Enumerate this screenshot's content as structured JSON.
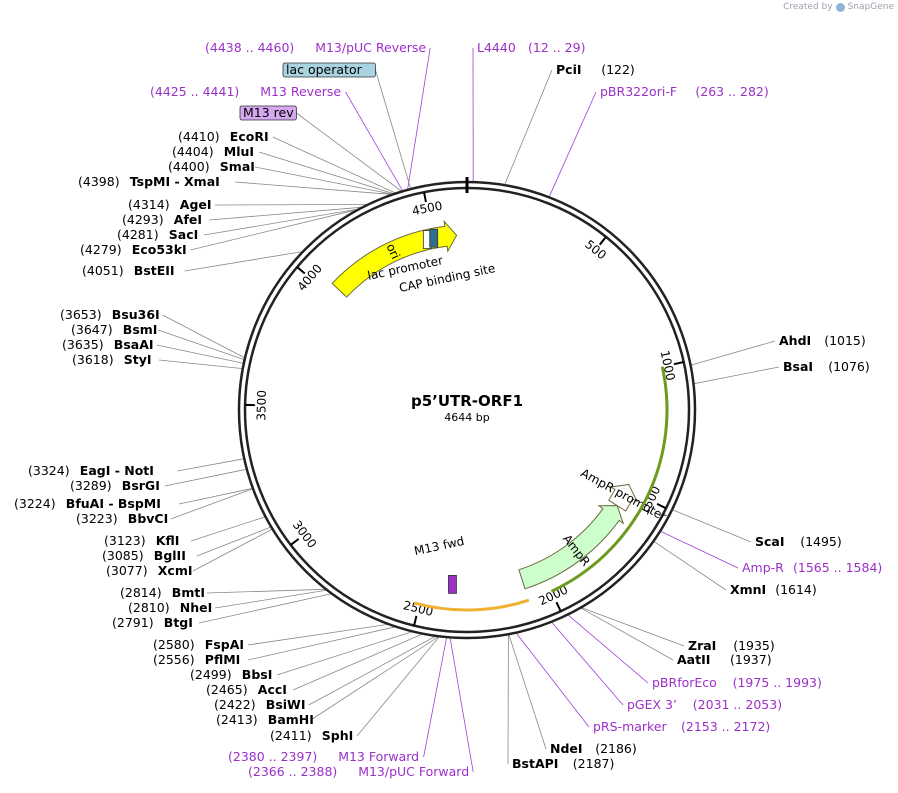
{
  "watermark": {
    "prefix": "Created by",
    "brand": "SnapGene"
  },
  "plasmid": {
    "name": "p5’UTR-ORF1",
    "length_label": "4644 bp",
    "total_bp": 4644
  },
  "ticks": [
    {
      "bp": 500,
      "label": "500"
    },
    {
      "bp": 1000,
      "label": "1000"
    },
    {
      "bp": 1500,
      "label": "1500"
    },
    {
      "bp": 2000,
      "label": "2000"
    },
    {
      "bp": 2500,
      "label": "2500"
    },
    {
      "bp": 3000,
      "label": "3000"
    },
    {
      "bp": 3500,
      "label": "3500"
    },
    {
      "bp": 4000,
      "label": "4000"
    },
    {
      "bp": 4500,
      "label": "4500"
    }
  ],
  "features": [
    {
      "id": "ori",
      "label": "ori",
      "start": 4040,
      "end": 4600,
      "color": "#ffff00",
      "direction": "cw",
      "kind": "arrow"
    },
    {
      "id": "ampr",
      "label": "AmpR",
      "start": 1580,
      "end": 2090,
      "color": "#ccffcc",
      "direction": "ccw",
      "kind": "arrow"
    },
    {
      "id": "ampr-promoter",
      "label": "AmpR promoter",
      "start": 1480,
      "end": 1580,
      "color": "#ffffff",
      "direction": "ccw",
      "kind": "arrow"
    },
    {
      "id": "m13-fwd",
      "label": "M13 fwd",
      "start": 2375,
      "end": 2392,
      "color": "#9b30c9",
      "kind": "box"
    },
    {
      "id": "lac-promoter",
      "label": "lac promoter",
      "start": 4460,
      "end": 4490,
      "color": "#ffffff",
      "kind": "box"
    },
    {
      "id": "cap-site",
      "label": "CAP binding site",
      "start": 4495,
      "end": 4510,
      "color": "#2e6e8e",
      "kind": "box"
    }
  ],
  "primers_outer": [
    {
      "id": "bla-orf",
      "label": "",
      "start": 1000,
      "end": 2000,
      "color": "#6c9b1e",
      "direction": "ccw"
    },
    {
      "id": "orf1",
      "label": "",
      "start": 2090,
      "end": 2520,
      "color": "#f0b030",
      "direction": "cw"
    }
  ],
  "site_labels": [
    {
      "id": "m13-puc-reverse",
      "text": "M13/pUC Reverse",
      "pos": "(4438 .. 4460)",
      "style": "p",
      "bp": 4449
    },
    {
      "id": "lac-operator",
      "text": "lac operator",
      "style": "box-blue",
      "bp": 4460
    },
    {
      "id": "m13-reverse",
      "text": "M13 Reverse",
      "pos": "(4425 .. 4441)",
      "style": "p",
      "bp": 4433
    },
    {
      "id": "m13-rev",
      "text": "M13 rev",
      "style": "box-purple",
      "bp": 4430
    },
    {
      "id": "ecori",
      "text": "EcoRI",
      "pos": "(4410)",
      "style": "b",
      "bp": 4410
    },
    {
      "id": "mlui",
      "text": "MluI",
      "pos": "(4404)",
      "style": "b",
      "bp": 4404
    },
    {
      "id": "smai",
      "text": "SmaI",
      "pos": "(4400)",
      "style": "b",
      "bp": 4400
    },
    {
      "id": "tspmi-xmai",
      "text": "TspMI  - XmaI",
      "pos": "(4398)",
      "style": "b",
      "bp": 4398
    },
    {
      "id": "agei",
      "text": "AgeI",
      "pos": "(4314)",
      "style": "b",
      "bp": 4314
    },
    {
      "id": "afei",
      "text": "AfeI",
      "pos": "(4293)",
      "style": "b",
      "bp": 4293
    },
    {
      "id": "saci",
      "text": "SacI",
      "pos": "(4281)",
      "style": "b",
      "bp": 4281
    },
    {
      "id": "eco53ki",
      "text": "Eco53kI",
      "pos": "(4279)",
      "style": "b",
      "bp": 4279
    },
    {
      "id": "bsteii",
      "text": "BstEII",
      "pos": "(4051)",
      "style": "b",
      "bp": 4051
    },
    {
      "id": "bsu36i",
      "text": "Bsu36I",
      "pos": "(3653)",
      "style": "b",
      "bp": 3653
    },
    {
      "id": "bsmi",
      "text": "BsmI",
      "pos": "(3647)",
      "style": "b",
      "bp": 3647
    },
    {
      "id": "bsaai",
      "text": "BsaAI",
      "pos": "(3635)",
      "style": "b",
      "bp": 3635
    },
    {
      "id": "styi",
      "text": "StyI",
      "pos": "(3618)",
      "style": "b",
      "bp": 3618
    },
    {
      "id": "eagi-noti",
      "text": "EagI  - NotI",
      "pos": "(3324)",
      "style": "b",
      "bp": 3324
    },
    {
      "id": "bsrgi",
      "text": "BsrGI",
      "pos": "(3289)",
      "style": "b",
      "bp": 3289
    },
    {
      "id": "bfuai-bspmi",
      "text": "BfuAI  - BspMI",
      "pos": "(3224)",
      "style": "b",
      "bp": 3224
    },
    {
      "id": "bbvci",
      "text": "BbvCI",
      "pos": "(3223)",
      "style": "b",
      "bp": 3223
    },
    {
      "id": "kfli",
      "text": "KflI",
      "pos": "(3123)",
      "style": "b",
      "bp": 3123
    },
    {
      "id": "bglii",
      "text": "BglII",
      "pos": "(3085)",
      "style": "b",
      "bp": 3085
    },
    {
      "id": "xcmi",
      "text": "XcmI",
      "pos": "(3077)",
      "style": "b",
      "bp": 3077
    },
    {
      "id": "bmti",
      "text": "BmtI",
      "pos": "(2814)",
      "style": "b",
      "bp": 2814
    },
    {
      "id": "nhei",
      "text": "NheI",
      "pos": "(2810)",
      "style": "b",
      "bp": 2810
    },
    {
      "id": "btgi",
      "text": "BtgI",
      "pos": "(2791)",
      "style": "b",
      "bp": 2791
    },
    {
      "id": "fspai",
      "text": "FspAI",
      "pos": "(2580)",
      "style": "b",
      "bp": 2580
    },
    {
      "id": "pflmi",
      "text": "PflMI",
      "pos": "(2556)",
      "style": "b",
      "bp": 2556
    },
    {
      "id": "bbsi",
      "text": "BbsI",
      "pos": "(2499)",
      "style": "b",
      "bp": 2499
    },
    {
      "id": "acci",
      "text": "AccI",
      "pos": "(2465)",
      "style": "b",
      "bp": 2465
    },
    {
      "id": "bsiwi",
      "text": "BsiWI",
      "pos": "(2422)",
      "style": "b",
      "bp": 2422
    },
    {
      "id": "bamhi",
      "text": "BamHI",
      "pos": "(2413)",
      "style": "b",
      "bp": 2413
    },
    {
      "id": "sphi",
      "text": "SphI",
      "pos": "(2411)",
      "style": "b",
      "bp": 2411
    },
    {
      "id": "m13-forward",
      "text": "M13 Forward",
      "pos": "(2380 .. 2397)",
      "style": "p",
      "bp": 2388
    },
    {
      "id": "m13-puc-forward",
      "text": "M13/pUC Forward",
      "pos": "(2366 .. 2388)",
      "style": "p",
      "bp": 2377
    },
    {
      "id": "l4440",
      "text": "L4440",
      "pos": "(12 .. 29)",
      "style": "p",
      "bp": 20
    },
    {
      "id": "pcii",
      "text": "PciI",
      "pos": "(122)",
      "style": "b",
      "bp": 122
    },
    {
      "id": "pbr322ori-f",
      "text": "pBR322ori-F",
      "pos": "(263 .. 282)",
      "style": "p",
      "bp": 272
    },
    {
      "id": "ahdi",
      "text": "AhdI",
      "pos": "(1015)",
      "style": "b",
      "bp": 1015
    },
    {
      "id": "bsai",
      "text": "BsaI",
      "pos": "(1076)",
      "style": "b",
      "bp": 1076
    },
    {
      "id": "scai",
      "text": "ScaI",
      "pos": "(1495)",
      "style": "b",
      "bp": 1495
    },
    {
      "id": "amp-r",
      "text": "Amp-R",
      "pos": "(1565 .. 1584)",
      "style": "p",
      "bp": 1575
    },
    {
      "id": "xmni",
      "text": "XmnI",
      "pos": "(1614)",
      "style": "b",
      "bp": 1614
    },
    {
      "id": "zrai",
      "text": "ZraI",
      "pos": "(1935)",
      "style": "b",
      "bp": 1935
    },
    {
      "id": "aatii",
      "text": "AatII",
      "pos": "(1937)",
      "style": "b",
      "bp": 1937
    },
    {
      "id": "pbrforeco",
      "text": "pBRforEco",
      "pos": "(1975 .. 1993)",
      "style": "p",
      "bp": 1984
    },
    {
      "id": "pgex3",
      "text": "pGEX 3’",
      "pos": "(2031 .. 2053)",
      "style": "p",
      "bp": 2042
    },
    {
      "id": "prs-marker",
      "text": "pRS-marker",
      "pos": "(2153 .. 2172)",
      "style": "p",
      "bp": 2162
    },
    {
      "id": "ndei",
      "text": "NdeI",
      "pos": "(2186)",
      "style": "b",
      "bp": 2186
    },
    {
      "id": "bstapi",
      "text": "BstAPI",
      "pos": "(2187)",
      "style": "b",
      "bp": 2187
    }
  ]
}
